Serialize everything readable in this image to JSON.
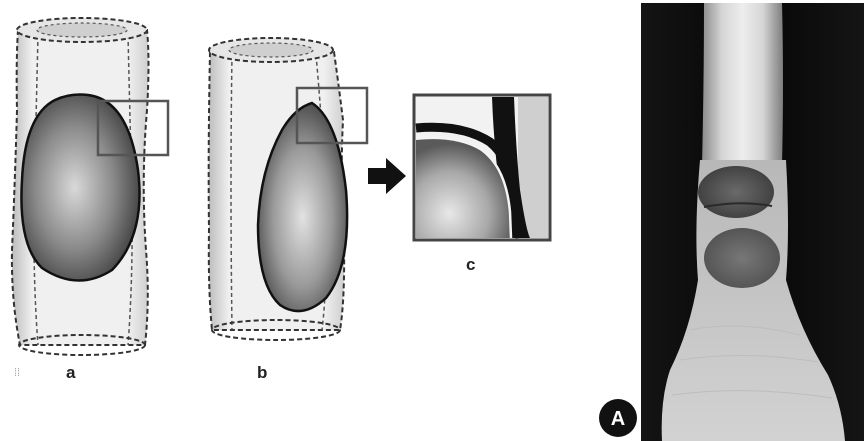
{
  "figure": {
    "panel_labels": {
      "a": "a",
      "b": "b",
      "c": "c"
    },
    "badge": "A",
    "colors": {
      "background": "#ffffff",
      "lesion_dark": "#3c3c3c",
      "lesion_light": "#d8d8d8",
      "bone_shell": "#ececec",
      "inset_frame": "#555555",
      "xray_background": "#080808",
      "xray_bone": "#cfcfcf",
      "badge_fill": "#111111"
    }
  }
}
